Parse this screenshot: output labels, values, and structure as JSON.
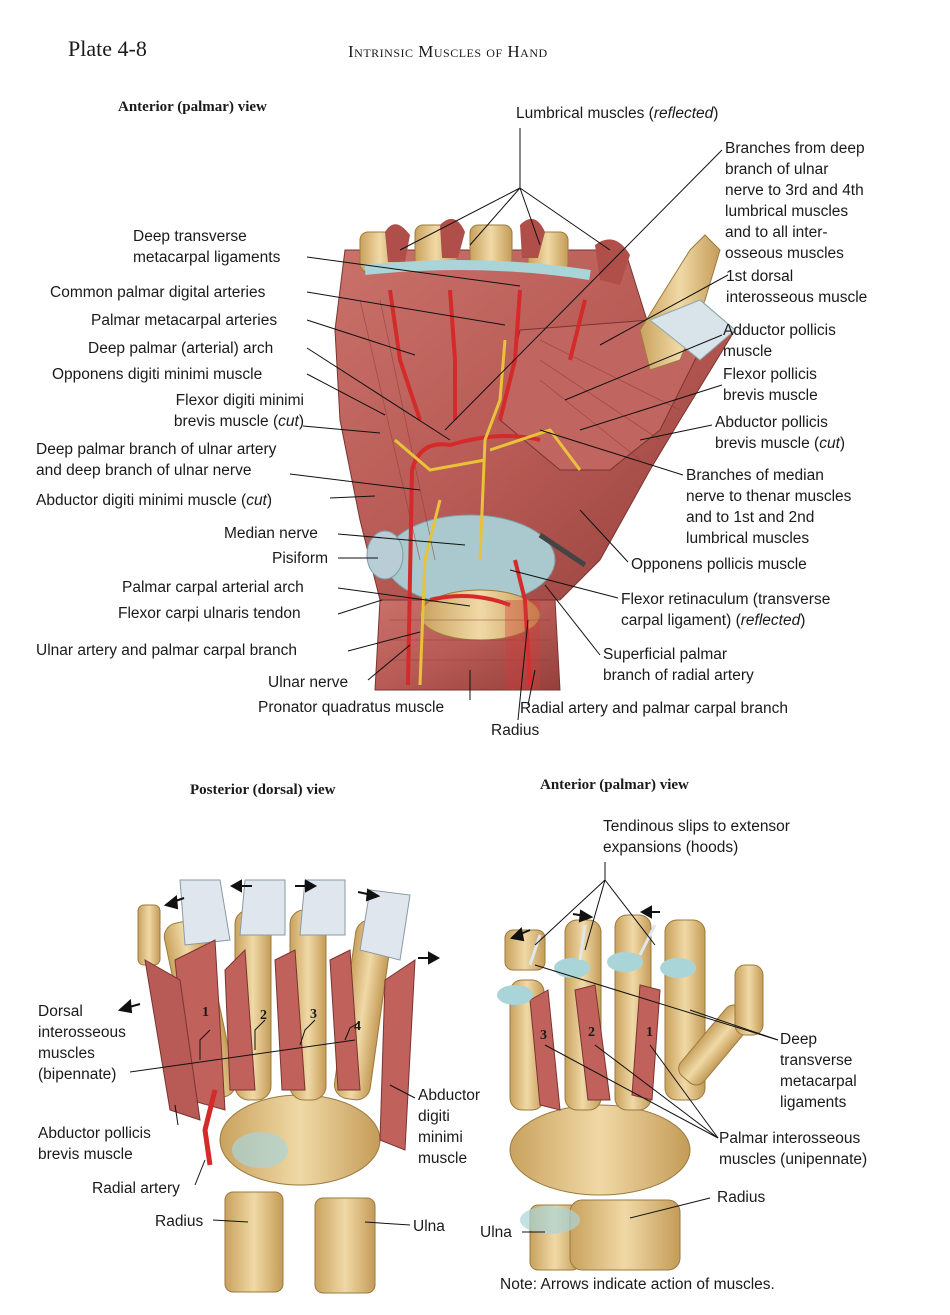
{
  "plate": "Plate 4-8",
  "title": "Intrinsic Muscles of Hand",
  "top_view": "Anterior (palmar) view",
  "bottom_left_view": "Posterior (dorsal) view",
  "bottom_right_view": "Anterior (palmar) view",
  "labels": {
    "lumbrical": "Lumbrical muscles (",
    "lumbrical_italic": "reflected",
    "branches_ulnar_1": "Branches from deep",
    "branches_ulnar_2": "branch of ulnar",
    "branches_ulnar_3": "nerve to 3rd and 4th",
    "branches_ulnar_4": "lumbrical muscles",
    "branches_ulnar_5": "and to all inter-",
    "branches_ulnar_6": "osseous muscles",
    "deep_transverse_1": "Deep transverse",
    "deep_transverse_2": "metacarpal ligaments",
    "common_palmar": "Common palmar digital arteries",
    "palmar_metacarpal": "Palmar metacarpal arteries",
    "deep_palmar_arch": "Deep palmar (arterial) arch",
    "opponens_dm": "Opponens digiti minimi muscle",
    "flexor_dm_1": "Flexor digiti minimi",
    "flexor_dm_2": "brevis muscle (",
    "flexor_dm_italic": "cut",
    "deep_palmar_branch_1": "Deep palmar branch of ulnar artery",
    "deep_palmar_branch_2": "and deep branch of ulnar nerve",
    "abductor_dm": "Abductor digiti minimi muscle (",
    "abductor_dm_italic": "cut",
    "median_nerve": "Median nerve",
    "pisiform": "Pisiform",
    "palmar_carpal_arch": "Palmar carpal arterial arch",
    "fcu_tendon": "Flexor carpi ulnaris tendon",
    "ulnar_artery": "Ulnar artery and palmar carpal branch",
    "ulnar_nerve": "Ulnar nerve",
    "pronator": "Pronator quadratus muscle",
    "radius_top": "Radius",
    "radial_artery_top": "Radial artery and palmar carpal branch",
    "first_dorsal_1": "1st dorsal",
    "first_dorsal_2": "interosseous muscle",
    "adductor_pollicis_1": "Adductor pollicis",
    "adductor_pollicis_2": "muscle",
    "flexor_pollicis_1": "Flexor pollicis",
    "flexor_pollicis_2": "brevis muscle",
    "abductor_pollicis_1": "Abductor pollicis",
    "abductor_pollicis_2": "brevis muscle (",
    "abductor_pollicis_italic": "cut",
    "median_branches_1": "Branches of median",
    "median_branches_2": "nerve to thenar muscles",
    "median_branches_3": "and to 1st and 2nd",
    "median_branches_4": "lumbrical muscles",
    "opponens_pollicis": "Opponens pollicis muscle",
    "flexor_retinaculum_1": "Flexor retinaculum (transverse",
    "flexor_retinaculum_2": "carpal ligament) (",
    "flexor_retinaculum_italic": "reflected",
    "superficial_palmar_1": "Superficial palmar",
    "superficial_palmar_2": "branch of radial artery",
    "dorsal_interosseous_1": "Dorsal",
    "dorsal_interosseous_2": "interosseous",
    "dorsal_interosseous_3": "muscles",
    "dorsal_interosseous_4": "(bipennate)",
    "abductor_pb_1": "Abductor pollicis",
    "abductor_pb_2": "brevis muscle",
    "radial_artery_bottom": "Radial artery",
    "radius_bl": "Radius",
    "ulna_bl": "Ulna",
    "abductor_dm_bl_1": "Abductor",
    "abductor_dm_bl_2": "digiti",
    "abductor_dm_bl_3": "minimi",
    "abductor_dm_bl_4": "muscle",
    "tendinous_1": "Tendinous slips to extensor",
    "tendinous_2": "expansions (hoods)",
    "deep_tr_br_1": "Deep",
    "deep_tr_br_2": "transverse",
    "deep_tr_br_3": "metacarpal",
    "deep_tr_br_4": "ligaments",
    "palmar_interosseous_1": "Palmar interosseous",
    "palmar_interosseous_2": "muscles (unipennate)",
    "radius_br": "Radius",
    "ulna_br": "Ulna",
    "note": "Note: Arrows indicate action of muscles."
  },
  "dorsal_numbers": [
    "1",
    "2",
    "3",
    "4"
  ],
  "palmar_numbers": [
    "3",
    "2",
    "1"
  ],
  "colors": {
    "muscle": "#b85a55",
    "muscle_dark": "#8e3b37",
    "bone": "#e6c88f",
    "bone_dark": "#b88f4e",
    "cartilage": "#a9d4d8",
    "artery": "#d42a2a",
    "nerve": "#e8c33a",
    "tendon": "#dfe6ee"
  }
}
